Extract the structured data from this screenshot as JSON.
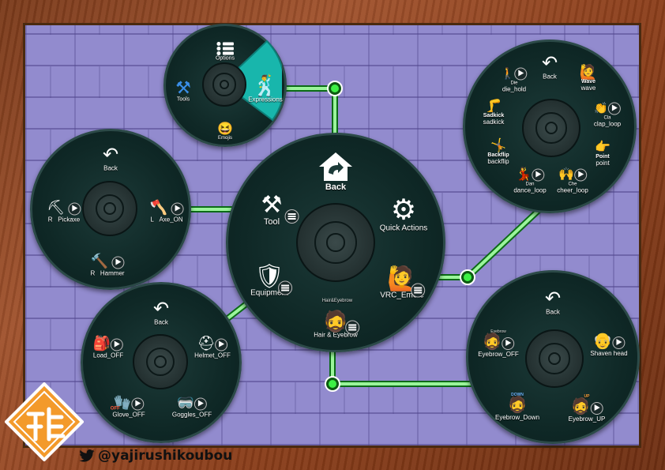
{
  "colors": {
    "accent": "#1bb9b0",
    "connector": "#9bf59b",
    "node": "#27e031",
    "ring": "#0f2826"
  },
  "footer": {
    "twitter_handle": "@yajirushikoubou",
    "twitter_icon": "twitter-bird-icon"
  },
  "main": {
    "back": "Back",
    "quick_actions": "Quick Actions",
    "tool": "Tool",
    "vrc_emote": "VRC_Emote",
    "equipment": "Equipment",
    "hair_eyebrow": "Hair & Eyebrow",
    "hair_eyebrow_tag": "Hair&Eyebrow"
  },
  "top": {
    "options": "Options",
    "tools": "Tools",
    "expressions": "Expressions",
    "emojis": "Emojis"
  },
  "tool": {
    "back": "Back",
    "pickaxe_prefix": "R",
    "pickaxe": "Pickaxe",
    "axe_prefix": "L",
    "axe": "Axe_ON",
    "hammer_prefix": "R",
    "hammer": "Hammer"
  },
  "equip": {
    "back": "Back",
    "load": "Load_OFF",
    "helmet": "Helmet_OFF",
    "glove": "Glove_OFF",
    "goggles": "Goggles_OFF",
    "glove_tag": "OFF"
  },
  "emote": {
    "back": "Back",
    "wave_title": "Wave",
    "wave": "wave",
    "clap_title": "Cla",
    "clap": "clap_loop",
    "point_title": "Point",
    "point": "point",
    "cheer_title": "Che",
    "cheer": "cheer_loop",
    "dance_title": "Dan",
    "dance": "dance_loop",
    "backflip_title": "Backflip",
    "backflip": "backflip",
    "sadkick_title": "Sadkick",
    "sadkick": "sadkick",
    "die_title": "Die",
    "die": "die_hold"
  },
  "hair": {
    "back": "Back",
    "eyebrow_off": "Eyebrow_OFF",
    "shaven": "Shaven head",
    "eyebrow_down": "Eyebrow_Down",
    "eyebrow_up": "Eyebrow_UP",
    "tag_eyebrow": "Eyebrow",
    "tag_down": "DOWN",
    "tag_up": "UP"
  }
}
